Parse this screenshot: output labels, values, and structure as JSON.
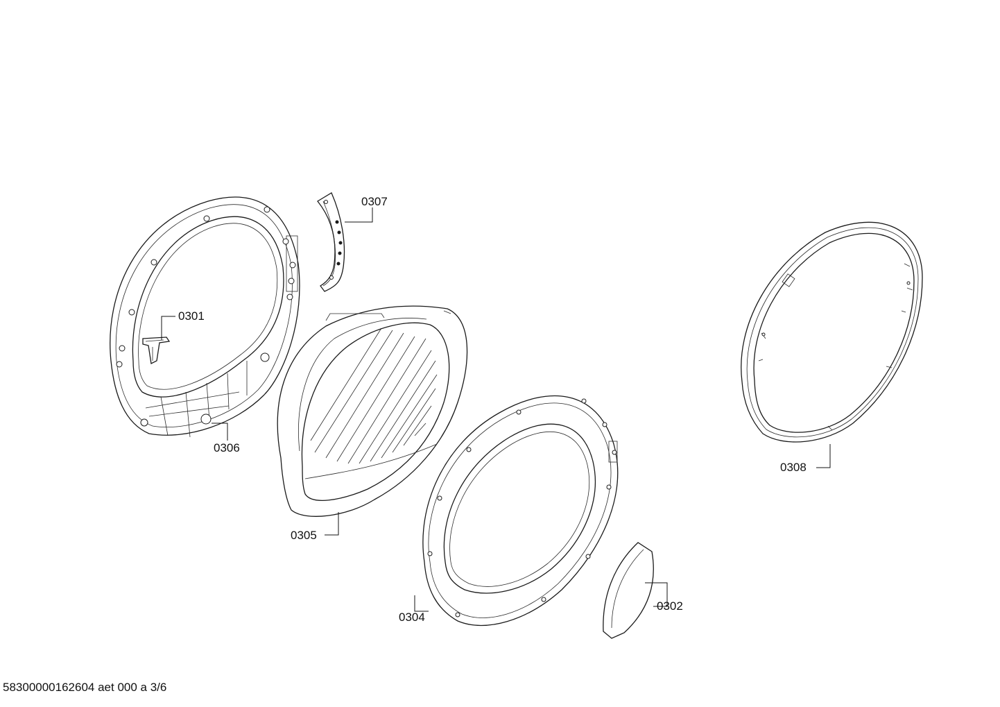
{
  "callouts": {
    "p0301": "0301",
    "p0302": "0302",
    "p0304": "0304",
    "p0305": "0305",
    "p0306": "0306",
    "p0307": "0307",
    "p0308": "0308"
  },
  "footer": "58300000162604 aet 000 a 3/6"
}
